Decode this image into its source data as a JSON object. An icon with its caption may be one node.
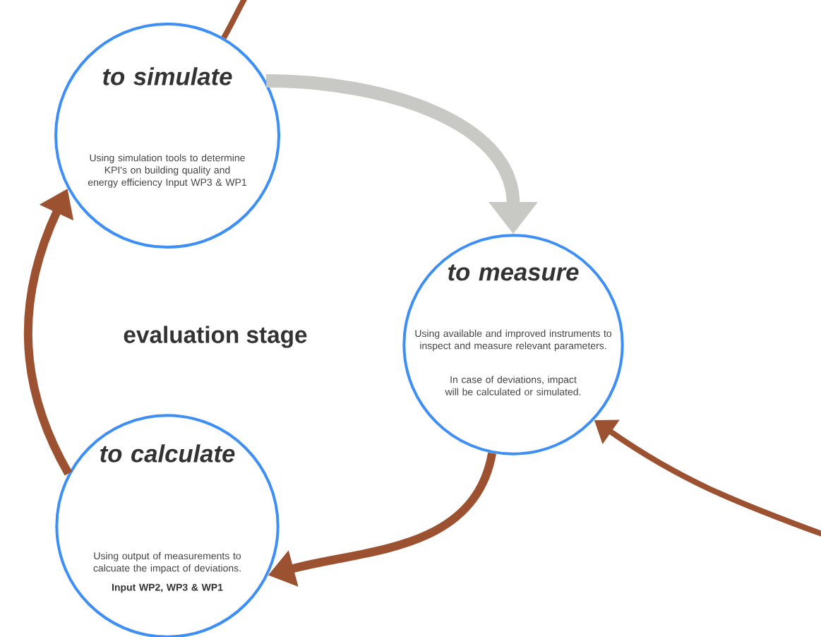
{
  "diagram": {
    "nodes": [
      {
        "text": [
          "to simulate",
          "Using simulation tools to determine KPI's on building quality and energy efficiency Input WP3 & WP1"
        ]
      },
      {
        "text": [
          "to measure",
          "Using available and improved instruments to inspect and measure relevant parameters.",
          "In case of deviations, impact will be calculated or simulated."
        ]
      },
      {
        "text": [
          "to calculate",
          "Using output of measurements to calcuate the impact of deviations.",
          "Input WP2, WP3 & WP1"
        ]
      }
    ],
    "edges": [
      {
        "from": 0,
        "to": 1,
        "arrow": "to",
        "color": "#c8c8c4"
      },
      {
        "from": 1,
        "to": 2,
        "arrow": "to"
      },
      {
        "from": 2,
        "to": 0,
        "arrow": "to"
      },
      {
        "from": null,
        "to": 1,
        "arrow": "to"
      },
      {
        "from": 0,
        "to": null,
        "arrow": "none"
      }
    ],
    "labels": [
      "evaluation stage"
    ]
  }
}
